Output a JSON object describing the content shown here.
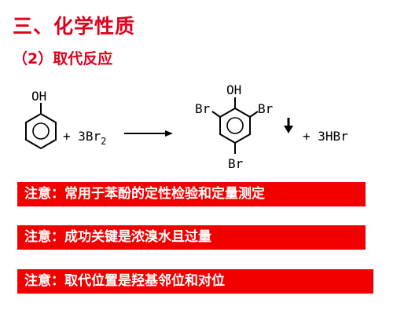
{
  "colors": {
    "heading": "#e0001b",
    "banner": "#f20000",
    "banner_text": "#ffffff",
    "structure": "#000000"
  },
  "slide": {
    "title": "三、化学性质",
    "subtitle": "（2）取代反应"
  },
  "reaction": {
    "reactant_oh": "OH",
    "plus_reagent": "+ 3Br",
    "reagent_subscript": "2",
    "product_oh": "OH",
    "product_br_left": "Br",
    "product_br_right": "Br",
    "product_br_bottom": "Br",
    "precipitate_icon": "down-arrow-icon",
    "byproduct": "+ 3HBr"
  },
  "notes": [
    {
      "text": "注意：常用于苯酚的定性检验和定量测定"
    },
    {
      "text": "注意：成功关键是浓溴水且过量"
    },
    {
      "text": "注意：取代位置是羟基邻位和对位"
    }
  ]
}
